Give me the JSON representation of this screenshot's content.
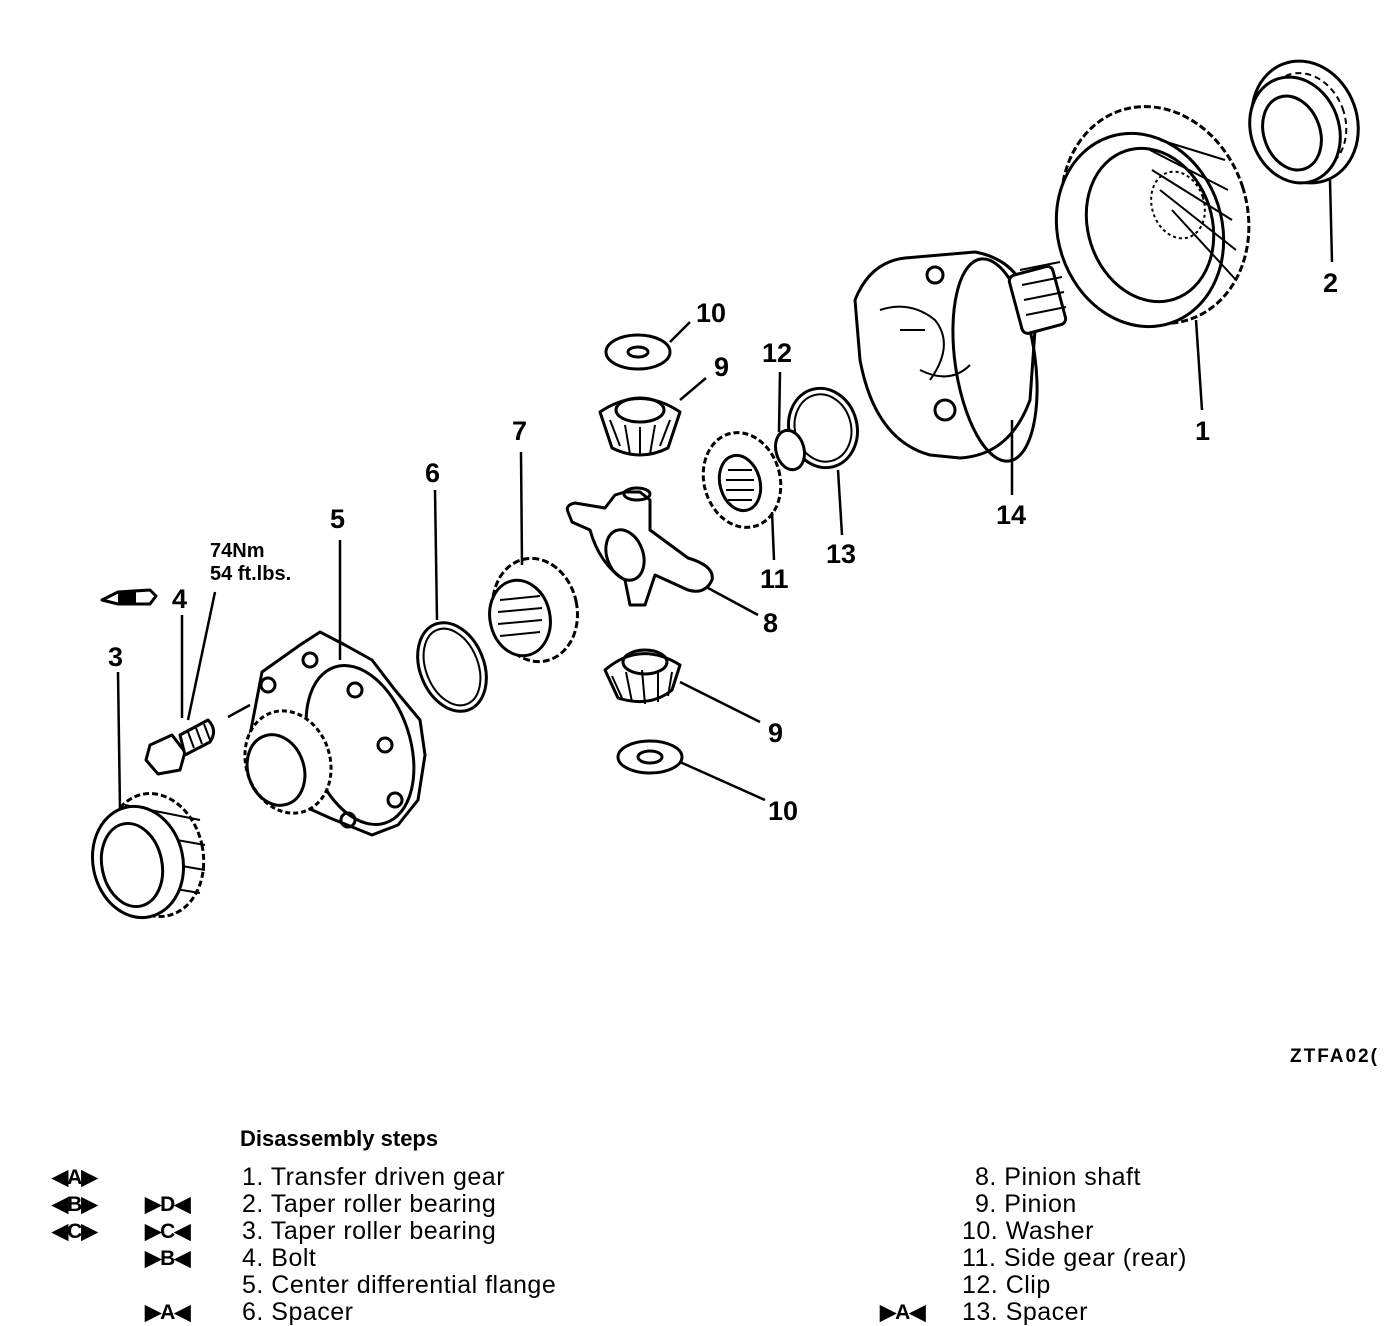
{
  "diagram": {
    "callouts": {
      "n1": "1",
      "n2": "2",
      "n3": "3",
      "n4": "4",
      "n5": "5",
      "n6": "6",
      "n7": "7",
      "n8": "8",
      "n9a": "9",
      "n9b": "9",
      "n10a": "10",
      "n10b": "10",
      "n11": "11",
      "n12": "12",
      "n13": "13",
      "n14": "14"
    },
    "torque_nm": "74Nm",
    "torque_ftlbs": "54 ft.lbs.",
    "reference_code": "ZTFA02("
  },
  "steps": {
    "title": "Disassembly steps",
    "left": [
      {
        "mark_a": "◀A▶",
        "mark_b": "",
        "text": "1. Transfer driven gear"
      },
      {
        "mark_a": "◀B▶",
        "mark_b": "▶D◀",
        "text": "2. Taper roller bearing"
      },
      {
        "mark_a": "◀C▶",
        "mark_b": "▶C◀",
        "text": "3. Taper roller bearing"
      },
      {
        "mark_a": "",
        "mark_b": "▶B◀",
        "text": "4. Bolt"
      },
      {
        "mark_a": "",
        "mark_b": "",
        "text": "5. Center differential flange"
      },
      {
        "mark_a": "",
        "mark_b": "▶A◀",
        "text": "6. Spacer"
      }
    ],
    "right": [
      {
        "mark": "",
        "text": "8. Pinion shaft"
      },
      {
        "mark": "",
        "text": "9. Pinion"
      },
      {
        "mark": "",
        "text": "10. Washer"
      },
      {
        "mark": "",
        "text": "11. Side gear (rear)"
      },
      {
        "mark": "",
        "text": "12. Clip"
      },
      {
        "mark": "▶A◀",
        "text": "13. Spacer"
      }
    ]
  }
}
